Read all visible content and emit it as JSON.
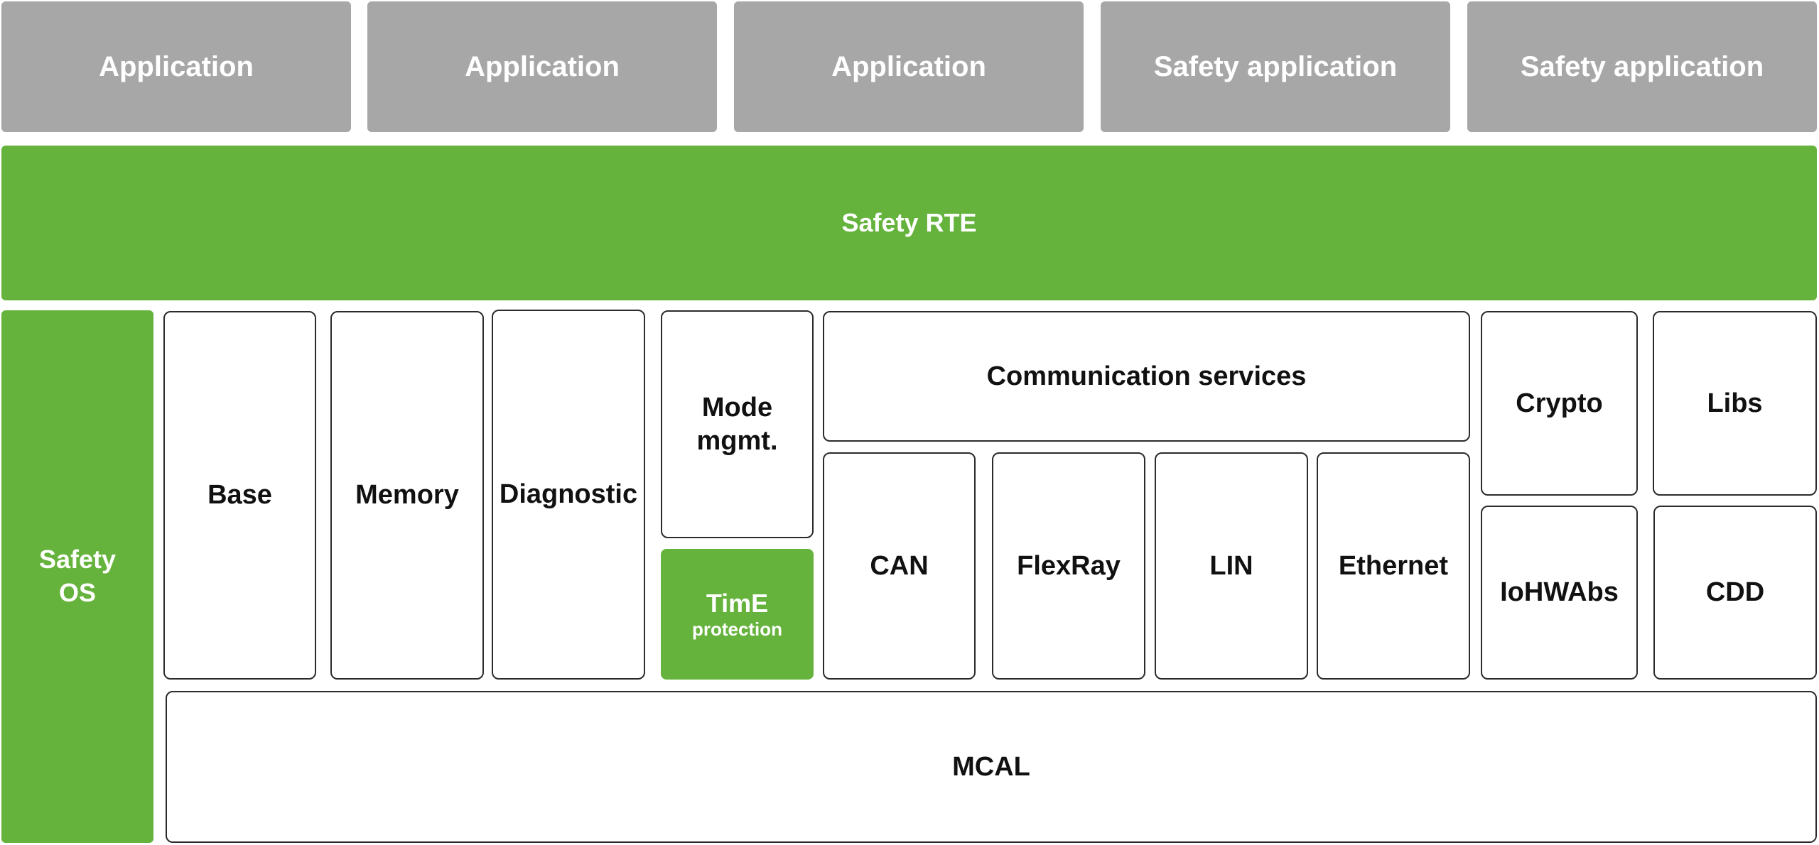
{
  "applications": [
    {
      "label": "Application"
    },
    {
      "label": "Application"
    },
    {
      "label": "Application"
    },
    {
      "label": "Safety application"
    },
    {
      "label": "Safety application"
    }
  ],
  "safety_rte": {
    "label": "Safety RTE"
  },
  "safety_os": {
    "line1": "Safety",
    "line2": "OS"
  },
  "modules": {
    "base": "Base",
    "memory": "Memory",
    "diagnostic": "Diagnostic",
    "mode_mgmt": {
      "line1": "Mode",
      "line2": "mgmt."
    },
    "time_protection": {
      "title": "TimE",
      "subtitle": "protection"
    },
    "communication_services": "Communication services",
    "can": "CAN",
    "flexray": "FlexRay",
    "lin": "LIN",
    "ethernet": "Ethernet",
    "crypto": "Crypto",
    "libs": "Libs",
    "iohwabs": "IoHWAbs",
    "cdd": "CDD",
    "mcal": "MCAL"
  },
  "colors": {
    "application_gray": "#a8a7a8",
    "safety_green": "#65b33c",
    "module_border": "#2b2b2b"
  }
}
